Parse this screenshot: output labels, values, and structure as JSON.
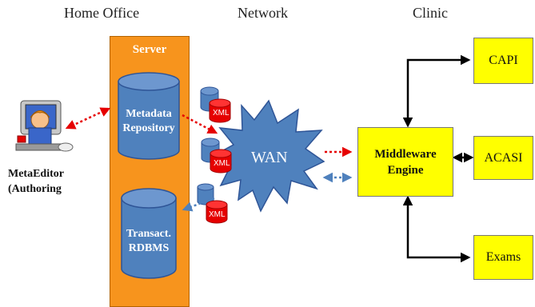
{
  "headers": {
    "home_office": "Home Office",
    "network": "Network",
    "clinic": "Clinic"
  },
  "server": {
    "label": "Server",
    "metadata_line1": "Metadata",
    "metadata_line2": "Repository",
    "rdbms_line1": "Transact.",
    "rdbms_line2": "RDBMS"
  },
  "network": {
    "wan_label": "WAN",
    "xml_label": "XML"
  },
  "clinic": {
    "middleware_line1": "Middleware",
    "middleware_line2": "Engine",
    "capi": "CAPI",
    "acasi": "ACASI",
    "exams": "Exams"
  },
  "author": {
    "line1": "MetaEditor",
    "line2": "(Authoring"
  },
  "colors": {
    "server": "#f7941d",
    "cylinder": "#4f81bd",
    "xml_db": "#e60000",
    "wan": "#4f81bd",
    "clinic_box": "#ffff00",
    "dotted_red": "#e60000",
    "dotted_blue": "#4f81bd"
  }
}
